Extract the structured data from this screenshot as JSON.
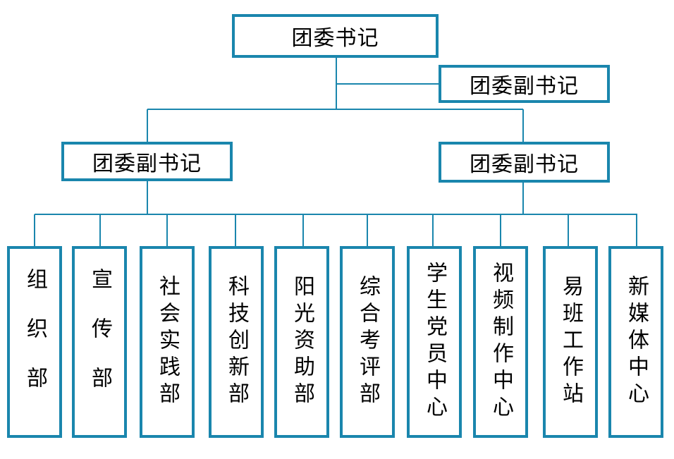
{
  "top": {
    "label": "团委书记"
  },
  "deputy_upper": {
    "label": "团委副书记"
  },
  "deputy_left": {
    "label": "团委副书记"
  },
  "deputy_right": {
    "label": "团委副书记"
  },
  "departments": [
    {
      "label": "组织部"
    },
    {
      "label": "宣传部"
    },
    {
      "label": "社会实践部"
    },
    {
      "label": "科技创新部"
    },
    {
      "label": "阳光资助部"
    },
    {
      "label": "综合考评部"
    },
    {
      "label": "学生党员中心"
    },
    {
      "label": "视频制作中心"
    },
    {
      "label": "易班工作站"
    },
    {
      "label": "新媒体中心"
    }
  ],
  "colors": {
    "line": "#1a86ad",
    "border": "#1a86ad",
    "text": "#000000",
    "background": "#ffffff"
  }
}
